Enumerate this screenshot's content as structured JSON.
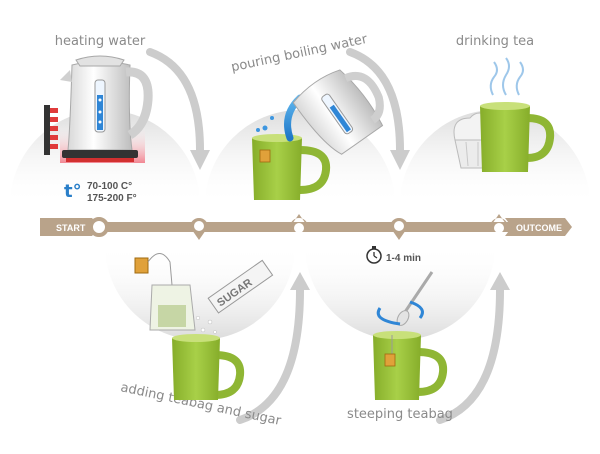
{
  "steps": {
    "heating": "heating water",
    "pouring": "pouring boiling water",
    "drinking": "drinking tea",
    "adding": "adding teabag and sugar",
    "steeping": "steeping teabag"
  },
  "timeline": {
    "start": "START",
    "outcome": "OUTCOME"
  },
  "temperature": {
    "symbol": "t°",
    "celsius": "70-100 C°",
    "fahrenheit": "175-200 F°"
  },
  "time": {
    "duration": "1-4 min"
  },
  "sugar_label": "SUGAR",
  "colors": {
    "mug": "#9cc43a",
    "band": "#b9a38a",
    "arc": "#e6e6e6",
    "arrow": "#c9c9c9"
  }
}
